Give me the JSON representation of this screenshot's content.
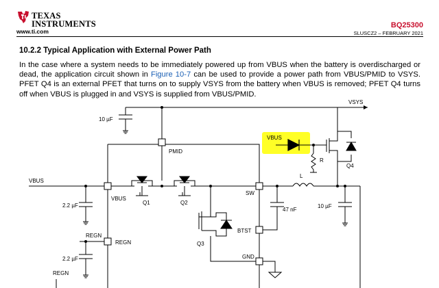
{
  "header": {
    "company_line1": "TEXAS",
    "company_line2": "INSTRUMENTS",
    "website": "www.ti.com",
    "part_number": "BQ25300",
    "doc_id": "SLUSCZ2 – FEBRUARY 2021"
  },
  "section": {
    "heading": "10.2.2 Typical Application with External Power Path",
    "para_before_link": "In the case where a system needs to be immediately powered up from VBUS when the battery is overdischarged or dead, the application circuit shown in ",
    "link_text": "Figure 10-7",
    "para_after_link": " can be used to provide a power path from VBUS/PMID to VSYS. PFET Q4 is an external PFET that turns on to supply VSYS from the battery when VBUS is removed; PFET Q4 turns off when VBUS is plugged in and VSYS is supplied from VBUS/PMID."
  },
  "schematic": {
    "labels": {
      "vsys": "VSYS",
      "cap_pmid": "10 µF",
      "pmid": "PMID",
      "vbus_highlight": "VBUS",
      "r": "R",
      "q4": "Q4",
      "vbus_input": "VBUS",
      "l": "L",
      "cap_vbus": "2.2 µF",
      "vbus_pin": "VBUS",
      "q1": "Q1",
      "q2": "Q2",
      "sw": "SW",
      "cap_sw": "47 nF",
      "cap_out": "10 µF",
      "regn_net": "REGN",
      "regn_pin": "REGN",
      "q3": "Q3",
      "btst": "BTST",
      "cap_regn": "2.2 µF",
      "gnd": "GND",
      "regn_bottom": "REGN"
    },
    "highlight_color": "#ffff00",
    "ti_red": "#c8102e"
  }
}
